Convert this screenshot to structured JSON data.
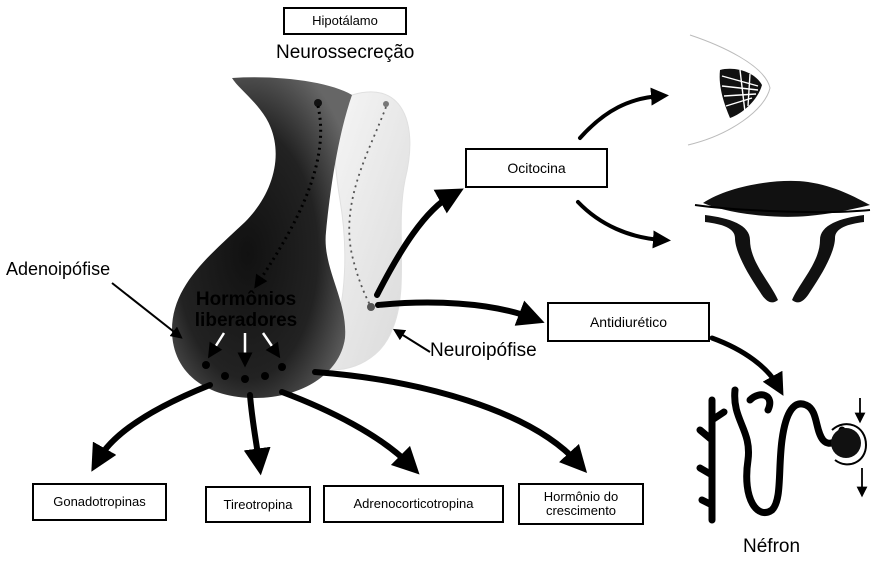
{
  "labels": {
    "hypothalamus": "Hipotálamo",
    "neurosecretion": "Neurossecreção",
    "adenohypophysis": "Adenoipófise",
    "releasing_hormones_1": "Hormônios",
    "releasing_hormones_2": "liberadores",
    "neurohypophysis": "Neuroipófise",
    "oxytocin": "Ocitocina",
    "antidiuretic": "Antidiurético",
    "gonadotropins": "Gonadotropinas",
    "thyrotropin": "Tireotropina",
    "adrenocorticotropin": "Adrenocorticotropina",
    "growth_hormone_1": "Hormônio do",
    "growth_hormone_2": "crescimento",
    "nephron": "Néfron"
  }
}
